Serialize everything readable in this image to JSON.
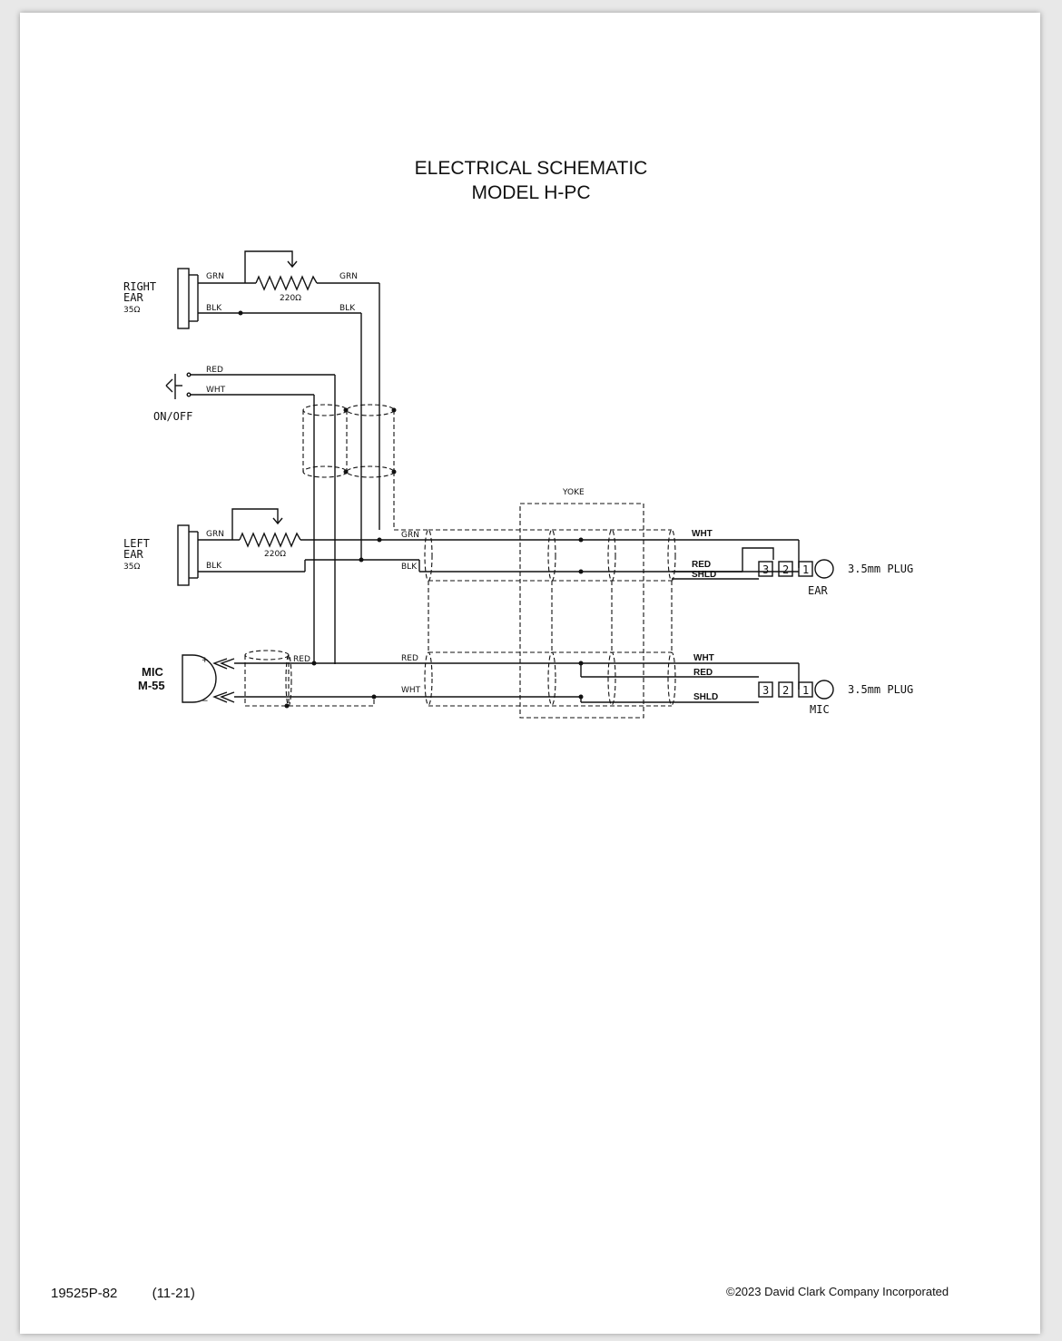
{
  "title": {
    "line1": "ELECTRICAL SCHEMATIC",
    "line2": "MODEL H-PC"
  },
  "right_ear": {
    "line1": "RIGHT",
    "line2": "EAR",
    "ohms": "35Ω"
  },
  "left_ear": {
    "line1": "LEFT",
    "line2": "EAR",
    "ohms": "35Ω"
  },
  "switch": {
    "label": "ON/OFF",
    "wire_red": "RED",
    "wire_wht": "WHT"
  },
  "mic": {
    "line1": "MIC",
    "line2": "M-55",
    "plus": "+",
    "minus": "−"
  },
  "resistor_value": "220Ω",
  "wires": {
    "grn": "GRN",
    "blk": "BLK",
    "red": "RED",
    "wht": "WHT",
    "shld": "SHLD"
  },
  "yoke": "YOKE",
  "plug_ear": {
    "pins": [
      "3",
      "2",
      "1"
    ],
    "label": "3.5mm PLUG",
    "name": "EAR"
  },
  "plug_mic": {
    "pins": [
      "3",
      "2",
      "1"
    ],
    "label": "3.5mm PLUG",
    "name": "MIC"
  },
  "footer": {
    "part_number": "19525P-82",
    "revision": "(11-21)",
    "copyright": "©2023  David Clark Company Incorporated"
  }
}
